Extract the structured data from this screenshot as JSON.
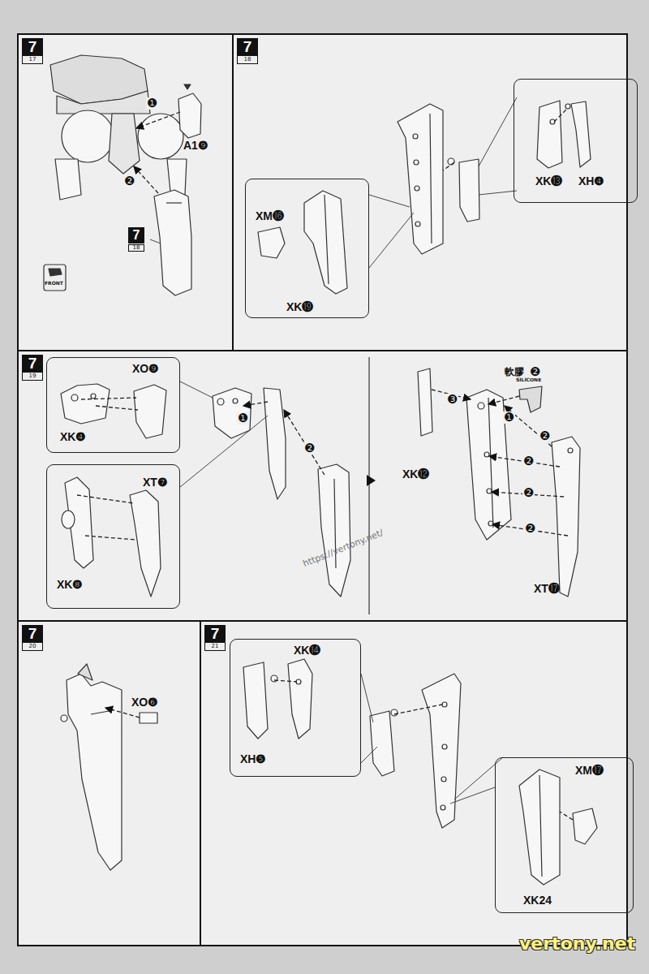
{
  "diagram": {
    "nodes": [
      {
        "text": [
          "7",
          "17"
        ]
      },
      {
        "text": [
          "7",
          "18"
        ]
      },
      {
        "text": [
          "XK⓭",
          "XH❹"
        ]
      },
      {
        "text": [
          "XM⓰",
          "XK⓳"
        ]
      },
      {
        "text": [
          "7",
          "19"
        ]
      },
      {
        "text": [
          "XO❾",
          "XK❹"
        ]
      },
      {
        "text": [
          "XT❼",
          "XK❽"
        ]
      },
      {
        "text": [
          "7",
          "20"
        ]
      },
      {
        "text": [
          "7",
          "21"
        ]
      },
      {
        "text": [
          "XK⓮",
          "XH❺"
        ]
      },
      {
        "text": [
          "XM⓱",
          "XK24"
        ]
      }
    ],
    "labels": [
      "A1❾",
      "❶",
      "❷",
      "7",
      "18",
      "FRONT",
      "❶",
      "❷",
      "軟膠",
      "SILICONE",
      "❷",
      "❶",
      "❷",
      "❸",
      "❷",
      "❷",
      "❷",
      "XK⓬",
      "XT⓱",
      "https://vertony.net/",
      "XO❻",
      "vertony.net"
    ]
  }
}
